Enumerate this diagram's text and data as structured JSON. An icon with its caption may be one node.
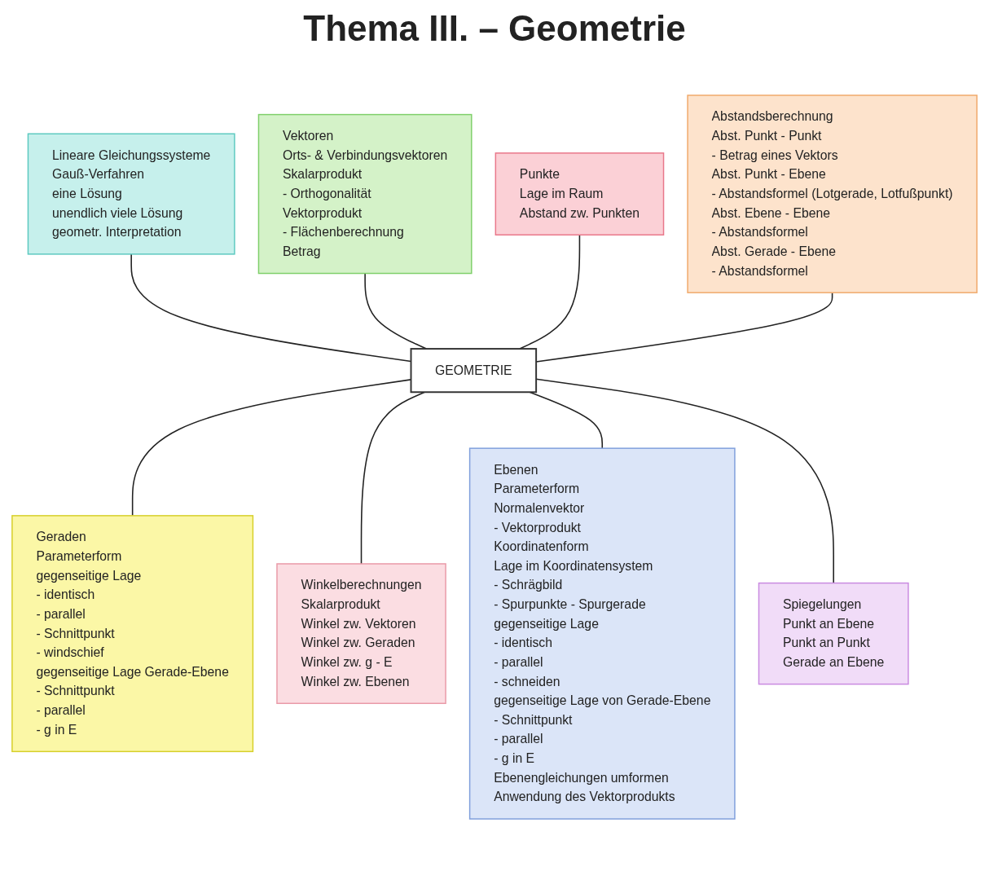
{
  "diagram": {
    "title": "Thema III. – Geometrie",
    "nodes": [
      {
        "text": [
          "Lineare Gleichungssysteme",
          "Gauß-Verfahren",
          "eine Lösung",
          "unendlich viele Lösung",
          "geometr. Interpretation"
        ]
      },
      {
        "text": [
          "Vektoren",
          "Orts- & Verbindungsvektoren",
          "Skalarprodukt",
          "- Orthogonalität",
          "Vektorprodukt",
          "- Flächenberechnung",
          "Betrag"
        ]
      },
      {
        "text": [
          "Punkte",
          "Lage im Raum",
          "Abstand zw. Punkten"
        ]
      },
      {
        "text": [
          "Geraden",
          "Parameterform",
          "gegenseitige Lage",
          "- identisch",
          "- parallel",
          "- Schnittpunkt",
          "- windschief",
          "gegenseitige Lage Gerade-Ebene",
          "- Schnittpunkt",
          "- parallel",
          "- g in E"
        ]
      },
      {
        "text": [
          "Abstandsberechnung",
          "Abst. Punkt - Punkt",
          "- Betrag eines Vektors",
          "Abst. Punkt - Ebene",
          "- Abstandsformel (Lotgerade, Lotfußpunkt)",
          "Abst. Ebene - Ebene",
          "- Abstandsformel",
          "Abst. Gerade - Ebene",
          "- Abstandsformel"
        ]
      },
      {
        "text": [
          "GEOMETRIE"
        ]
      },
      {
        "text": [
          "Ebenen",
          "Parameterform",
          "Normalenvektor",
          "- Vektorprodukt",
          "Koordinatenform",
          "Lage im Koordinatensystem",
          "- Schrägbild",
          "- Spurpunkte - Spurgerade",
          "gegenseitige Lage",
          "- identisch",
          "- parallel",
          "- schneiden",
          "gegenseitige Lage von Gerade-Ebene",
          "- Schnittpunkt",
          "- parallel",
          "- g in E",
          "Ebenengleichungen umformen",
          "Anwendung des Vektorprodukts"
        ]
      },
      {
        "text": [
          "Winkelberechnungen",
          "Skalarprodukt",
          "Winkel zw. Vektoren",
          "Winkel zw. Geraden",
          "Winkel zw. g - E",
          "Winkel zw. Ebenen"
        ]
      },
      {
        "text": [
          "Spiegelungen",
          "Punkt an Ebene",
          "Punkt an Punkt",
          "Gerade an Ebene"
        ]
      }
    ],
    "edges": [
      {
        "from": 0,
        "to": 5,
        "arrow": "none"
      },
      {
        "from": 1,
        "to": 5,
        "arrow": "none"
      },
      {
        "from": 2,
        "to": 5,
        "arrow": "none"
      },
      {
        "from": 4,
        "to": 5,
        "arrow": "none"
      },
      {
        "from": 5,
        "to": 3,
        "arrow": "none"
      },
      {
        "from": 5,
        "to": 7,
        "arrow": "none"
      },
      {
        "from": 5,
        "to": 6,
        "arrow": "none"
      },
      {
        "from": 5,
        "to": 8,
        "arrow": "none"
      }
    ]
  }
}
